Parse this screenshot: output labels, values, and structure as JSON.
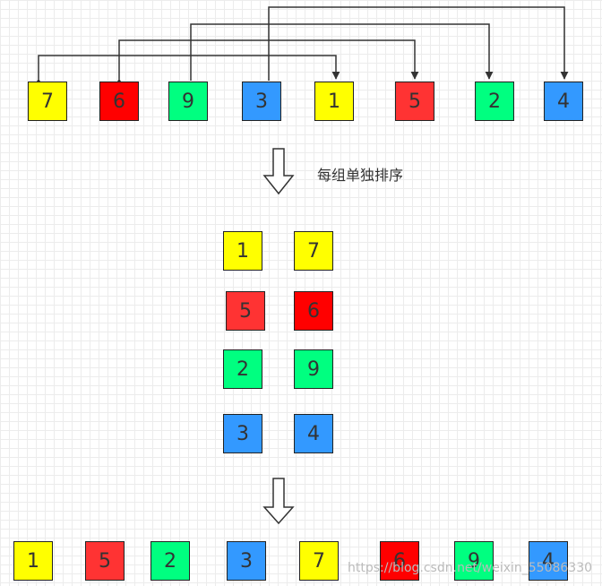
{
  "colors": {
    "yellow": "#ffff00",
    "red": "#ff0000",
    "coral": "#ff3333",
    "green": "#00ff80",
    "blue": "#3399ff",
    "line": "#333333"
  },
  "row1": [
    {
      "value": "7",
      "color": "#ffff00"
    },
    {
      "value": "6",
      "color": "#ff0000"
    },
    {
      "value": "9",
      "color": "#00ff80"
    },
    {
      "value": "3",
      "color": "#3399ff"
    },
    {
      "value": "1",
      "color": "#ffff00"
    },
    {
      "value": "5",
      "color": "#ff3333"
    },
    {
      "value": "2",
      "color": "#00ff80"
    },
    {
      "value": "4",
      "color": "#3399ff"
    }
  ],
  "step_label": "每组单独排序",
  "groups": [
    [
      {
        "value": "1",
        "color": "#ffff00"
      },
      {
        "value": "7",
        "color": "#ffff00"
      }
    ],
    [
      {
        "value": "5",
        "color": "#ff3333"
      },
      {
        "value": "6",
        "color": "#ff0000"
      }
    ],
    [
      {
        "value": "2",
        "color": "#00ff80"
      },
      {
        "value": "9",
        "color": "#00ff80"
      }
    ],
    [
      {
        "value": "3",
        "color": "#3399ff"
      },
      {
        "value": "4",
        "color": "#3399ff"
      }
    ]
  ],
  "row3": [
    {
      "value": "1",
      "color": "#ffff00"
    },
    {
      "value": "5",
      "color": "#ff3333"
    },
    {
      "value": "2",
      "color": "#00ff80"
    },
    {
      "value": "3",
      "color": "#3399ff"
    },
    {
      "value": "7",
      "color": "#ffff00"
    },
    {
      "value": "6",
      "color": "#ff0000"
    },
    {
      "value": "9",
      "color": "#00ff80"
    },
    {
      "value": "4",
      "color": "#3399ff"
    }
  ],
  "watermark": "https://blog.csdn.net/weixin_55086330"
}
